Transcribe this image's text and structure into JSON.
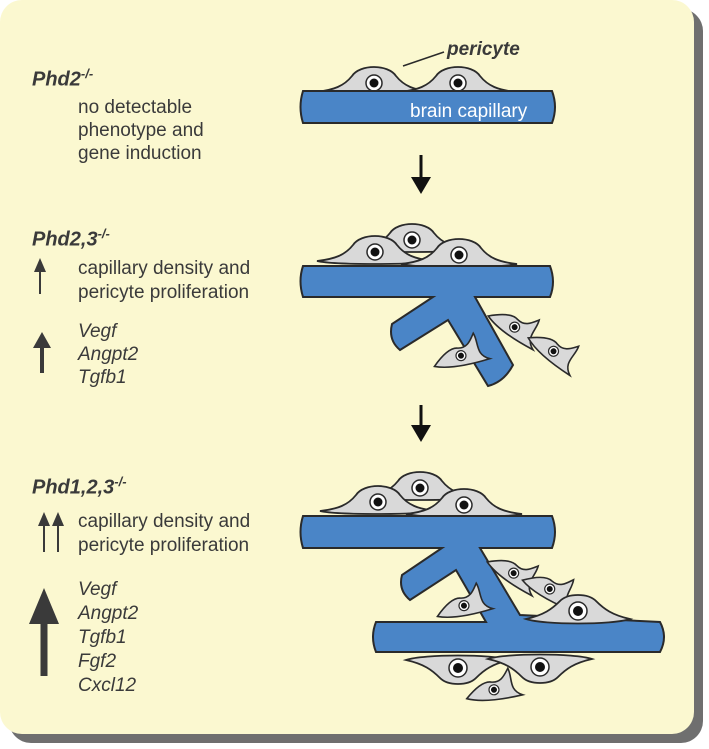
{
  "label_pericyte": "pericyte",
  "label_brain_capillary": "brain capillary",
  "rows": [
    {
      "genotype": "Phd2",
      "superscript": "-/-",
      "phenotype": [
        "no detectable",
        "phenotype and",
        "gene induction"
      ]
    },
    {
      "genotype": "Phd2,3",
      "superscript": "-/-",
      "phenotype": [
        "capillary density and",
        "pericyte proliferation"
      ],
      "genes": [
        "Vegf",
        "Angpt2",
        "Tgfb1"
      ]
    },
    {
      "genotype": "Phd1,2,3",
      "superscript": "-/-",
      "phenotype": [
        "capillary density and",
        "pericyte proliferation"
      ],
      "genes": [
        "Vegf",
        "Angpt2",
        "Tgfb1",
        "Fgf2",
        "Cxcl12"
      ]
    }
  ],
  "colors": {
    "background": "#fbf8d0",
    "capillary": "#4a85c7",
    "pericyte": "#d9d9d9",
    "outline": "#2a2a2a"
  }
}
